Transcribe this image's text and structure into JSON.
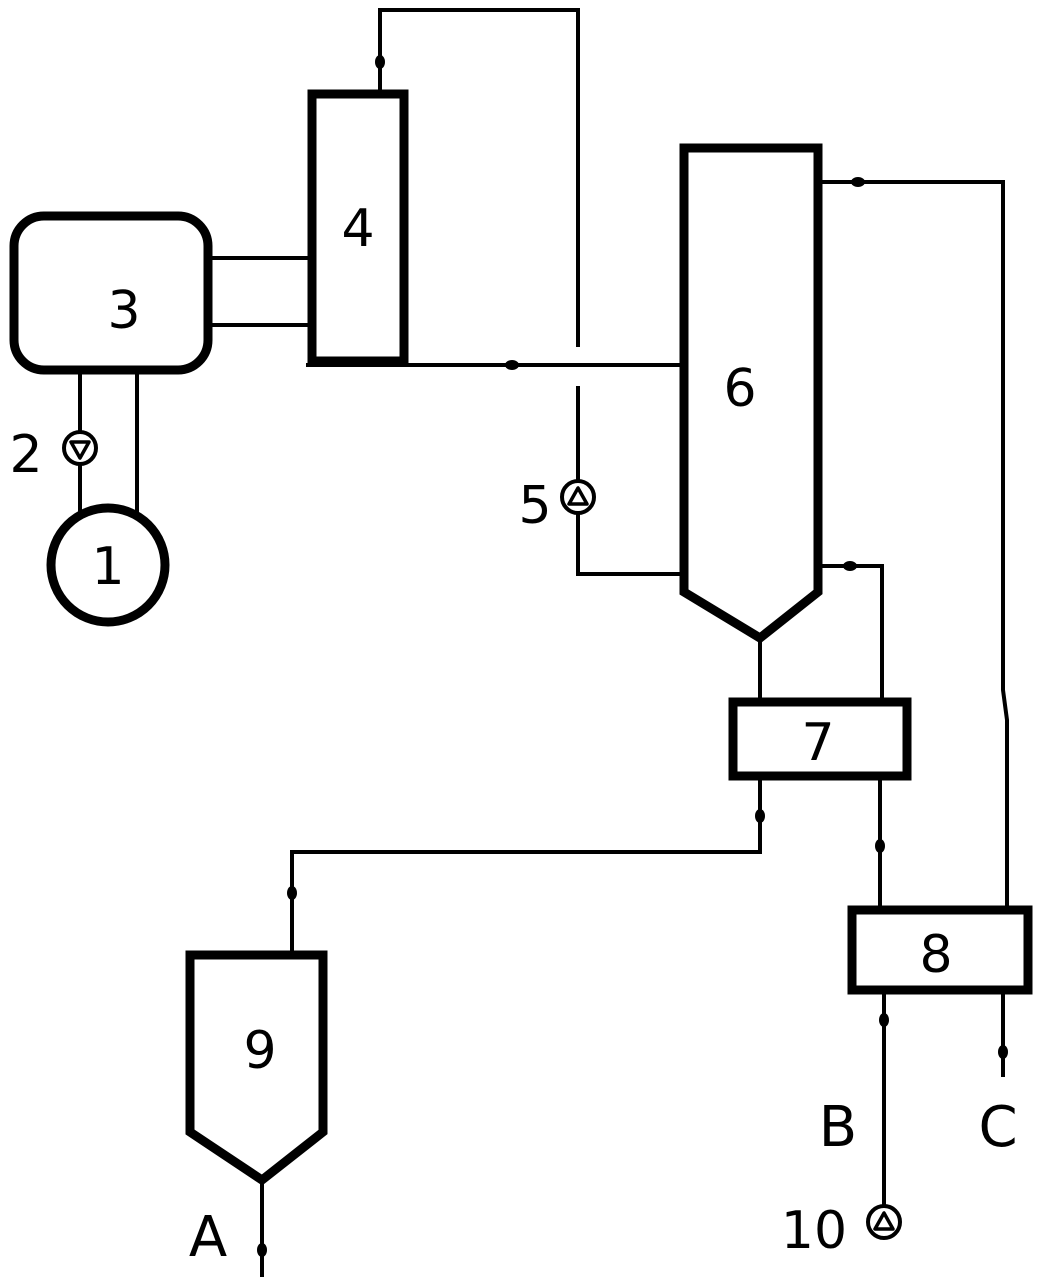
{
  "units": {
    "u1": "1",
    "u2": "2",
    "u3": "3",
    "u4": "4",
    "u5": "5",
    "u6": "6",
    "u7": "7",
    "u8": "8",
    "u9": "9",
    "u10": "10"
  },
  "streams": {
    "a": "A",
    "b": "B",
    "c": "C"
  },
  "colors": {
    "line": "#000000",
    "background": "#ffffff"
  }
}
